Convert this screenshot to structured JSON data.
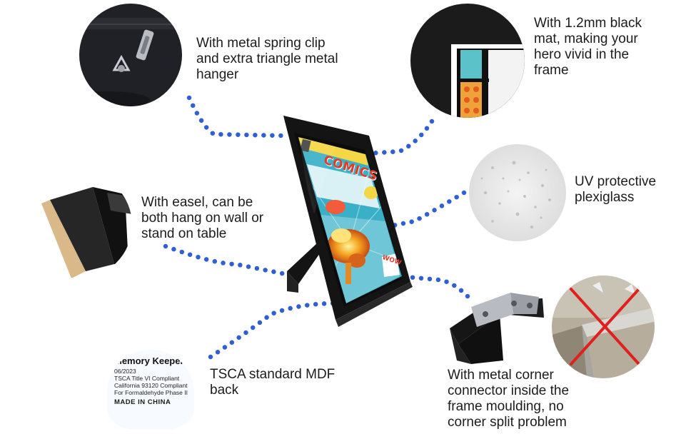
{
  "callouts": {
    "spring_clip": "With metal spring clip and extra triangle metal hanger",
    "mat": "With 1.2mm black mat, making your hero vivid in the frame",
    "easel": "With easel, can be both hang on wall or stand on table",
    "plexiglass": "UV protective plexiglass",
    "mdf_back": "TSCA standard MDF back",
    "corner": "With metal corner connector inside the frame moulding, no corner split problem"
  },
  "comic": {
    "title": "COMICS",
    "burst_text": "WOW"
  },
  "back_label": {
    "brand": "Memory Keeper",
    "date": "06/2023",
    "line1": "TSCA Title VI Compliant",
    "line2": "California 93120 Compliant",
    "line3": "For Formaldehyde Phase II",
    "made": "MADE IN CHINA"
  },
  "colors": {
    "dots": "#2f5fd6",
    "frame": "#141414",
    "sky": "#3ab0c8",
    "cross": "#e0201c"
  },
  "icons": [
    "spring-clip-icon",
    "triangle-hanger-icon",
    "explosion-icon",
    "no-split-cross-icon"
  ]
}
